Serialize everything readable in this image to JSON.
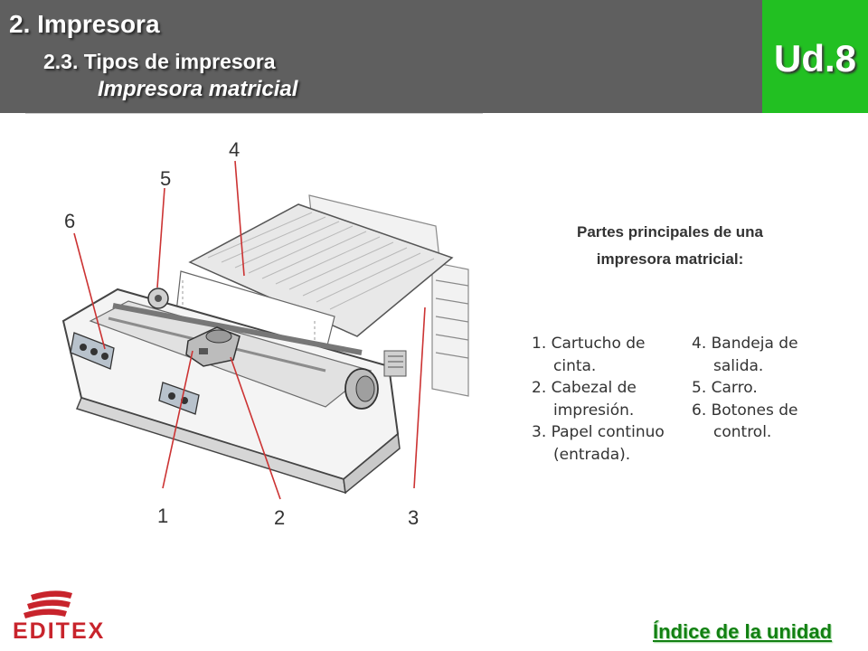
{
  "header": {
    "title": "2. Impresora",
    "subtitle": "2.3. Tipos de impresora",
    "section": "Impresora matricial",
    "unit": "Ud.8"
  },
  "figure": {
    "callouts": [
      "1",
      "2",
      "3",
      "4",
      "5",
      "6"
    ]
  },
  "caption": {
    "line1": "Partes principales de una",
    "line2": "impresora matricial:"
  },
  "parts_left": [
    "1. Cartucho de cinta.",
    "2. Cabezal de impresión.",
    "3. Papel continuo (entrada)."
  ],
  "parts_right": [
    "4. Bandeja de salida.",
    "5. Carro.",
    "6. Botones de control."
  ],
  "footer": {
    "logo_text": "EDITEX",
    "index_link": "Índice de la unidad"
  },
  "colors": {
    "header_bg": "#5f5f5f",
    "unit_bg": "#22c022",
    "logo": "#c8242c",
    "link": "#128012"
  }
}
